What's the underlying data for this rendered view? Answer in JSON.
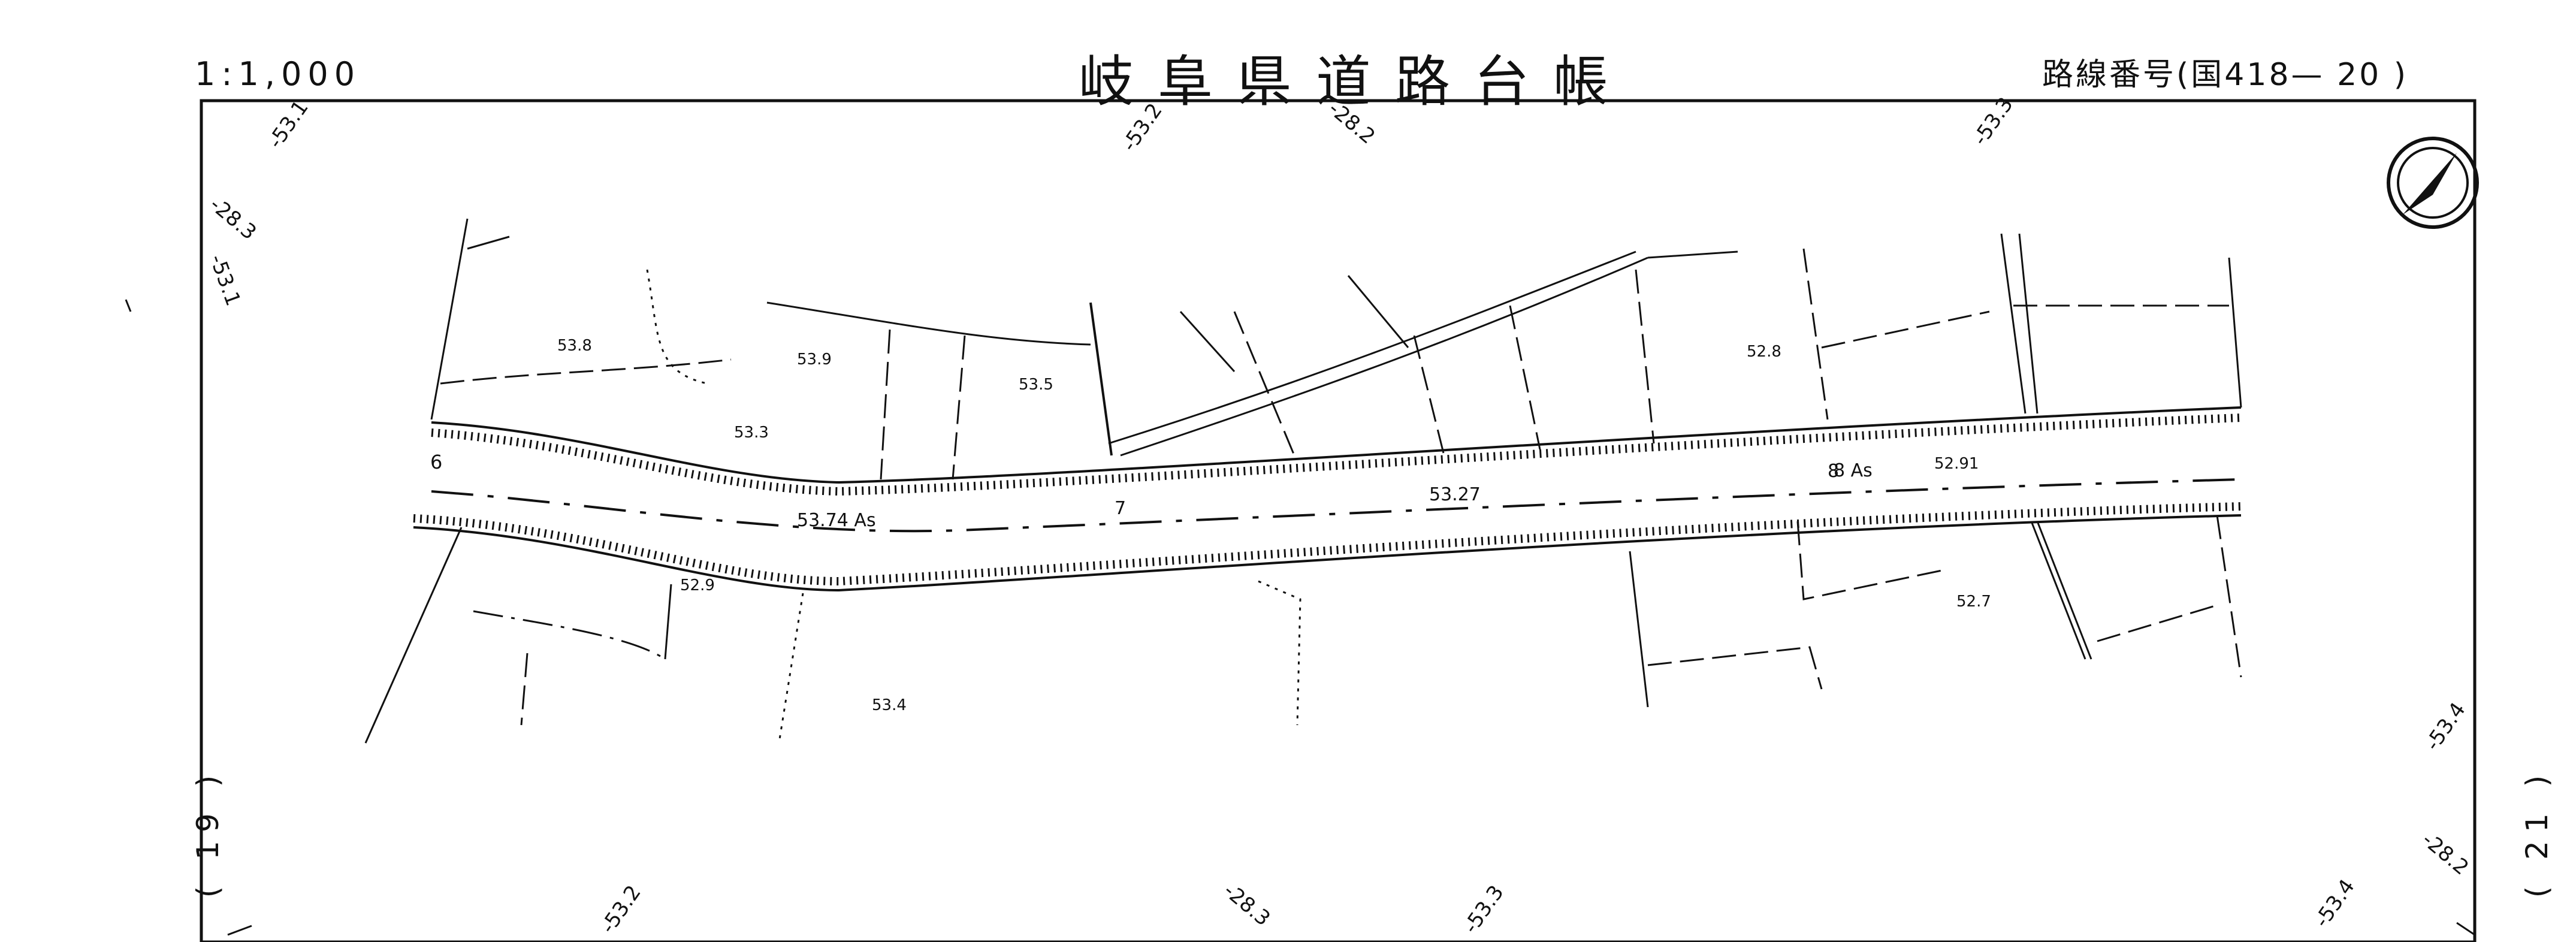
{
  "header": {
    "scale": "1:1,000",
    "title": "岐阜県道路台帳",
    "route_number": "路線番号(国418— 20 )"
  },
  "margins": {
    "left_sheet": "( 19 )",
    "right_sheet": "( 21 )"
  },
  "north_arrow_icon": "north-arrow-icon",
  "grid_labels": {
    "top": [
      "-53.1",
      "-53.2",
      "-28.2",
      "-53.3"
    ],
    "left": [
      "-28.3",
      "-53.1"
    ],
    "bottom": [
      "-53.2",
      "-28.3",
      "-53.3",
      "-53.4"
    ],
    "right": [
      "-53.4",
      "-28.2"
    ]
  },
  "road": {
    "centerline_labels": [
      "53.74 As",
      "53.27",
      "8 As",
      "52.91"
    ],
    "chainage_marks": [
      "6",
      "7",
      "8"
    ]
  },
  "spot_heights": [
    "53.8",
    "53.9",
    "53.5",
    "53.3",
    "52.9",
    "53.4",
    "52.8",
    "52.7"
  ]
}
